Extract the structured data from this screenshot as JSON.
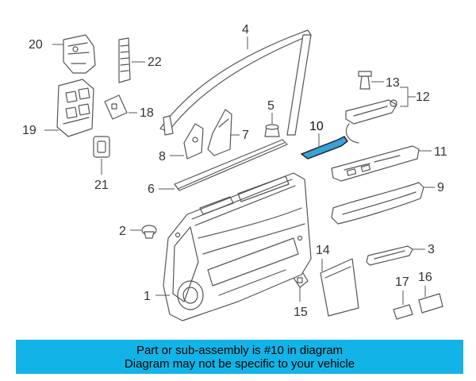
{
  "callouts": {
    "c1": "1",
    "c2": "2",
    "c3": "3",
    "c4": "4",
    "c5": "5",
    "c6": "6",
    "c7": "7",
    "c8": "8",
    "c9": "9",
    "c10": "10",
    "c11": "11",
    "c12": "12",
    "c13": "13",
    "c14": "14",
    "c15": "15",
    "c16": "16",
    "c17": "17",
    "c18": "18",
    "c19": "19",
    "c20": "20",
    "c21": "21",
    "c22": "22"
  },
  "highlight_color": "#3aa0d8",
  "banner": {
    "color": "#12b4e8",
    "line1": "Part or sub-assembly is #10 in diagram",
    "line2": "Diagram may not be specific to your vehicle"
  }
}
